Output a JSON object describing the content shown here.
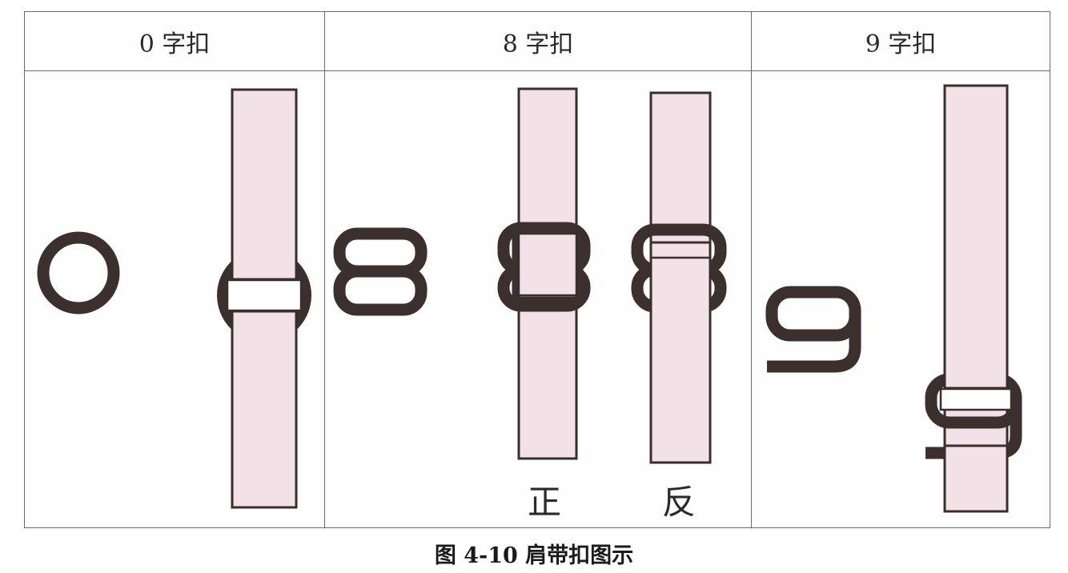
{
  "table": {
    "headers": [
      "0 字扣",
      "8 字扣",
      "9 字扣"
    ]
  },
  "labels": {
    "front": "正",
    "back": "反"
  },
  "caption": "图 4-10  肩带扣图示",
  "colors": {
    "strap_fill": "#f2e1e6",
    "buckle": "#3b302d",
    "outline": "#3a2e2b",
    "border": "#6a6a6a"
  }
}
